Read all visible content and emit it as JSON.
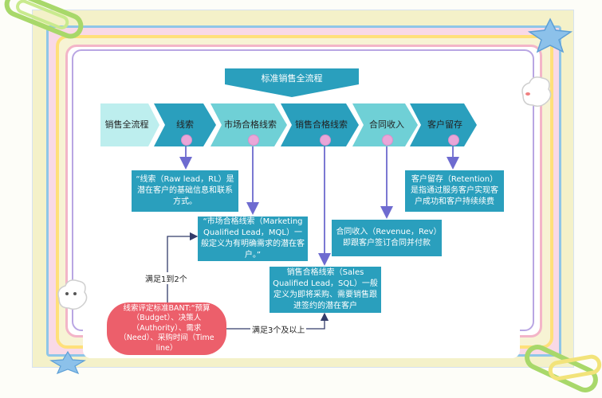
{
  "diagram": {
    "title": "标准销售全流程",
    "stages": [
      {
        "label": "销售全流程"
      },
      {
        "label": "线索"
      },
      {
        "label": "市场合格线索"
      },
      {
        "label": "销售合格线索"
      },
      {
        "label": "合同收入"
      },
      {
        "label": "客户留存"
      }
    ],
    "descriptions": {
      "lead": "“线索（Raw lead，RL）是潜在客户的基础信息和联系方式。",
      "mql": "“市场合格线索（Marketing Qualified Lead，MQL）一般定义为有明确需求的潜在客户。”",
      "sql": "销售合格线索（Sales Qualified Lead，SQL）一般定义为即将采购、需要销售跟进签约的潜在客户",
      "revenue": "合同收入（Revenue，Rev）即跟客户签订合同并付款",
      "retention": "客户留存（Retention）是指通过服务客户实现客户成功和客户持续续费"
    },
    "bant": "线索评定标准BANT:“预算（Budget）、决策人（Authority）、需求（Need）、采购时间（Time line）",
    "edge_labels": {
      "to_mql": "满足1到2个",
      "to_sql": "满足3个及以上"
    }
  },
  "colors": {
    "teal": "#2a9fbd",
    "light_teal": "#6fd0d6",
    "pale_teal": "#bdeeee",
    "bant_red": "#ec5f6b",
    "connector_dot": "#e9a6d8",
    "arrow": "#7b78d2"
  }
}
